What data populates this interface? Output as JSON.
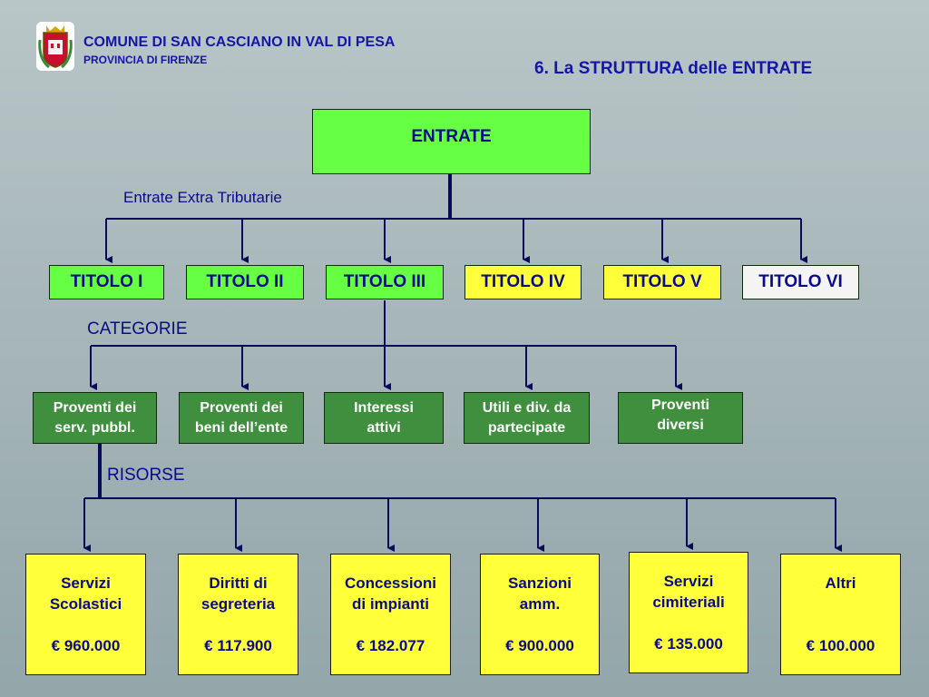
{
  "header": {
    "comune": "COMUNE DI SAN CASCIANO IN VAL DI PESA",
    "provincia": "PROVINCIA  DI FIRENZE",
    "slide_title": "6. La STRUTTURA delle  ENTRATE"
  },
  "root": {
    "label": "ENTRATE"
  },
  "labels": {
    "extra": "Entrate Extra Tributarie",
    "categorie": "CATEGORIE",
    "risorse": "RISORSE"
  },
  "titoli": [
    {
      "label": "TITOLO I",
      "color": "#66ff44"
    },
    {
      "label": "TITOLO II",
      "color": "#66ff44"
    },
    {
      "label": "TITOLO III",
      "color": "#66ff44"
    },
    {
      "label": "TITOLO IV",
      "color": "#ffff3a"
    },
    {
      "label": "TITOLO V",
      "color": "#ffff3a"
    },
    {
      "label": "TITOLO VI",
      "color": "#f4f4f4"
    }
  ],
  "categorie": [
    {
      "line1": "Proventi dei",
      "line2": "serv. pubbl."
    },
    {
      "line1": "Proventi dei",
      "line2": "beni dell’ente"
    },
    {
      "line1": "Interessi",
      "line2": "attivi"
    },
    {
      "line1": "Utili e div. da",
      "line2": "partecipate"
    },
    {
      "line1": "Proventi",
      "line2": "diversi"
    }
  ],
  "risorse": [
    {
      "line1": "Servizi",
      "line2": "Scolastici",
      "amount": "€ 960.000"
    },
    {
      "line1": "Diritti di",
      "line2": "segreteria",
      "amount": "€ 117.900"
    },
    {
      "line1": "Concessioni",
      "line2": "di impianti",
      "amount": "€ 182.077"
    },
    {
      "line1": "Sanzioni",
      "line2": "amm.",
      "amount": "€ 900.000"
    },
    {
      "line1": "Servizi",
      "line2": " cimiteriali",
      "amount": "€ 135.000"
    },
    {
      "line1": "Altri",
      "line2": "",
      "amount": "€ 100.000"
    }
  ],
  "colors": {
    "connector": "#0a0a5a",
    "text": "#0a0a8a",
    "header_text": "#1515a8"
  }
}
